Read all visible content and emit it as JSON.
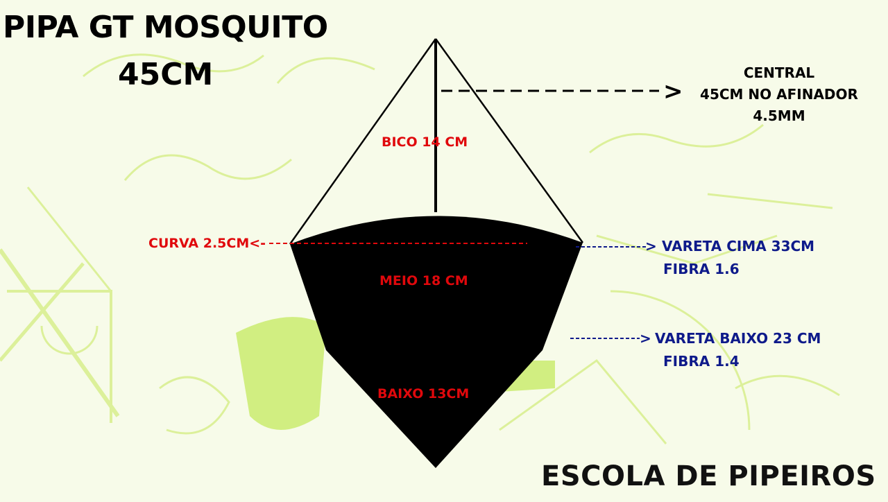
{
  "title": "PIPA GT MOSQUITO",
  "subtitle": "45CM",
  "labels": {
    "bico": "BICO 14 CM",
    "meio": "MEIO 18 CM",
    "baixo": "BAIXO 13CM",
    "curva": "CURVA 2.5CM<-",
    "central_line1": "CENTRAL",
    "central_line2": "45CM NO AFINADOR",
    "central_line3": "4.5MM",
    "vareta_cima_line1": "VARETA CIMA 33CM",
    "vareta_cima_line2": "FIBRA 1.6",
    "vareta_baixo_line1": "VARETA BAIXO 23 CM",
    "vareta_baixo_line2": "FIBRA 1.4",
    "arrow_head": ">"
  },
  "footer": "ESCOLA DE PIPEIROS",
  "colors": {
    "background": "#f7fbe9",
    "sketch_green": "#c6e85a",
    "kite_body": "#000000",
    "label_red": "#e0080c",
    "label_blue": "#0e1a8a"
  }
}
